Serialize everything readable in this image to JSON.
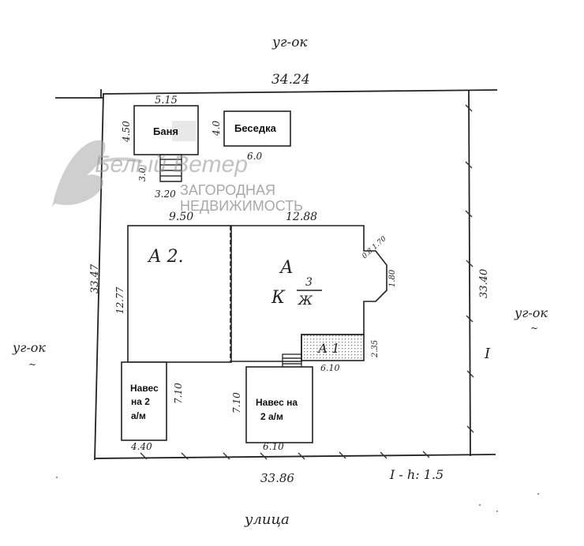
{
  "labels": {
    "top_road": "уг-ок",
    "bottom_road": "улица",
    "left_road": "уг-ок",
    "right_road": "уг-ок",
    "top_dim": "34.24",
    "bottom_dim": "33.86",
    "left_dim": "33.47",
    "right_dim": "33.40",
    "floors_note": "I - h: 1.5",
    "roman_one": "I"
  },
  "bathhouse": {
    "name": "Баня",
    "width": "5.15",
    "height": "4.50",
    "porch_height": "3.0",
    "porch_width": "3.20"
  },
  "gazebo": {
    "name": "Беседка",
    "width": "6.0",
    "height": "4.0"
  },
  "house": {
    "left_width": "9.50",
    "right_width": "12.88",
    "height": "12.77",
    "a2_label": "А 2.",
    "a_label": "А",
    "k_label": "К",
    "floors_num": "3",
    "material": "Ж",
    "bay_top": "0.8 1.70",
    "bay_height": "1.80"
  },
  "annex": {
    "label": "А 1",
    "height": "2.35",
    "width": "6.10"
  },
  "canopy_left": {
    "name": "Навес на 2 а/м",
    "width": "4.40",
    "height": "7.10"
  },
  "canopy_right": {
    "name": "Навес на 2 а/м",
    "width": "6.10",
    "height": "7.10"
  },
  "watermark": {
    "brand": "Белый Ветер",
    "line1": "ЗАГОРОДНАЯ",
    "line2": "НЕДВИЖИМОСТЬ"
  }
}
